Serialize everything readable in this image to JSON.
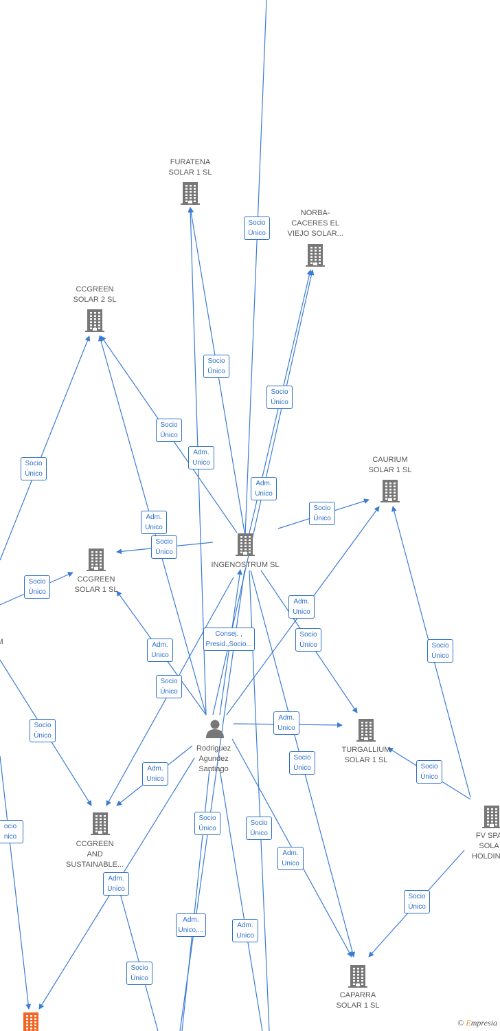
{
  "colors": {
    "edge": "#3a7bd5",
    "company": "#777777",
    "highlight": "#f26522",
    "person": "#777777"
  },
  "companies": [
    {
      "id": "furatena",
      "lines": [
        "FURATENA",
        "SOLAR 1  SL"
      ]
    },
    {
      "id": "norba",
      "lines": [
        "NORBA-",
        "CACERES EL",
        "VIEJO SOLAR..."
      ]
    },
    {
      "id": "ccgreen2",
      "lines": [
        "CCGREEN",
        "SOLAR 2  SL"
      ]
    },
    {
      "id": "caurium",
      "lines": [
        "CAURIUM",
        "SOLAR 1  SL"
      ]
    },
    {
      "id": "ingenostrum",
      "lines": [
        "INGENOSTRUM SL"
      ]
    },
    {
      "id": "ccgreen1",
      "lines": [
        "CCGREEN",
        "SOLAR 1  SL"
      ]
    },
    {
      "id": "left_m",
      "lines": [
        "M"
      ]
    },
    {
      "id": "turgallium",
      "lines": [
        "TURGALLIUM",
        "SOLAR 1  SL"
      ]
    },
    {
      "id": "fvspa",
      "lines": [
        "FV SPA",
        "SOLA",
        "HOLDING"
      ]
    },
    {
      "id": "ccgreen_sust",
      "lines": [
        "CCGREEN",
        "AND",
        "SUSTAINABLE..."
      ]
    },
    {
      "id": "caparra",
      "lines": [
        "CAPARRA",
        "SOLAR 1  SL"
      ]
    },
    {
      "id": "bottom_orange",
      "lines": []
    }
  ],
  "person": {
    "id": "rodriguez",
    "lines": [
      "Rodriguez",
      "Agundez",
      "Santiago"
    ]
  },
  "relations": [
    {
      "id": "r1",
      "lines": [
        "Socio",
        "Único"
      ]
    },
    {
      "id": "r2",
      "lines": [
        "Socio",
        "Único"
      ]
    },
    {
      "id": "r3",
      "lines": [
        "Socio",
        "Único"
      ]
    },
    {
      "id": "r4",
      "lines": [
        "Socio",
        "Único"
      ]
    },
    {
      "id": "r5",
      "lines": [
        "Socio",
        "Único"
      ]
    },
    {
      "id": "r6",
      "lines": [
        "Adm.",
        "Unico"
      ]
    },
    {
      "id": "r7",
      "lines": [
        "Adm.",
        "Unico"
      ]
    },
    {
      "id": "r8",
      "lines": [
        "Socio",
        "Único"
      ]
    },
    {
      "id": "r9",
      "lines": [
        "Adm.",
        "Unico"
      ]
    },
    {
      "id": "r10",
      "lines": [
        "Socio",
        "Único"
      ]
    },
    {
      "id": "r11",
      "lines": [
        "Socio",
        "Único"
      ]
    },
    {
      "id": "r12",
      "lines": [
        "Adm.",
        "Unico"
      ]
    },
    {
      "id": "r13",
      "lines": [
        "Socio",
        "Único"
      ]
    },
    {
      "id": "r14",
      "lines": [
        "Socio",
        "Único"
      ]
    },
    {
      "id": "r15",
      "lines": [
        "Adm.",
        "Unico"
      ]
    },
    {
      "id": "r16",
      "lines": [
        "Consej. ,",
        "Presid.,Socio..."
      ]
    },
    {
      "id": "r17",
      "lines": [
        "Socio",
        "Único"
      ]
    },
    {
      "id": "r18",
      "lines": [
        "Socio",
        "Único"
      ]
    },
    {
      "id": "r19",
      "lines": [
        "Adm.",
        "Unico"
      ]
    },
    {
      "id": "r20",
      "lines": [
        "Socio",
        "Único"
      ]
    },
    {
      "id": "r21",
      "lines": [
        "Socio",
        "Único"
      ]
    },
    {
      "id": "r22",
      "lines": [
        "Adm.",
        "Unico"
      ]
    },
    {
      "id": "r23",
      "lines": [
        "ocio",
        "nico"
      ]
    },
    {
      "id": "r24",
      "lines": [
        "Socio",
        "Único"
      ]
    },
    {
      "id": "r25",
      "lines": [
        "Socio",
        "Único"
      ]
    },
    {
      "id": "r26",
      "lines": [
        "Adm.",
        "Unico"
      ]
    },
    {
      "id": "r27",
      "lines": [
        "Adm.",
        "Unico"
      ]
    },
    {
      "id": "r28",
      "lines": [
        "Socio",
        "Único"
      ]
    },
    {
      "id": "r29",
      "lines": [
        "Adm.",
        "Unico,..."
      ]
    },
    {
      "id": "r30",
      "lines": [
        "Adm.",
        "Unico"
      ]
    },
    {
      "id": "r31",
      "lines": [
        "Socio",
        "Único"
      ]
    }
  ],
  "watermark": {
    "symbol": "©",
    "brand_first": "E",
    "brand_rest": "mpresia"
  }
}
